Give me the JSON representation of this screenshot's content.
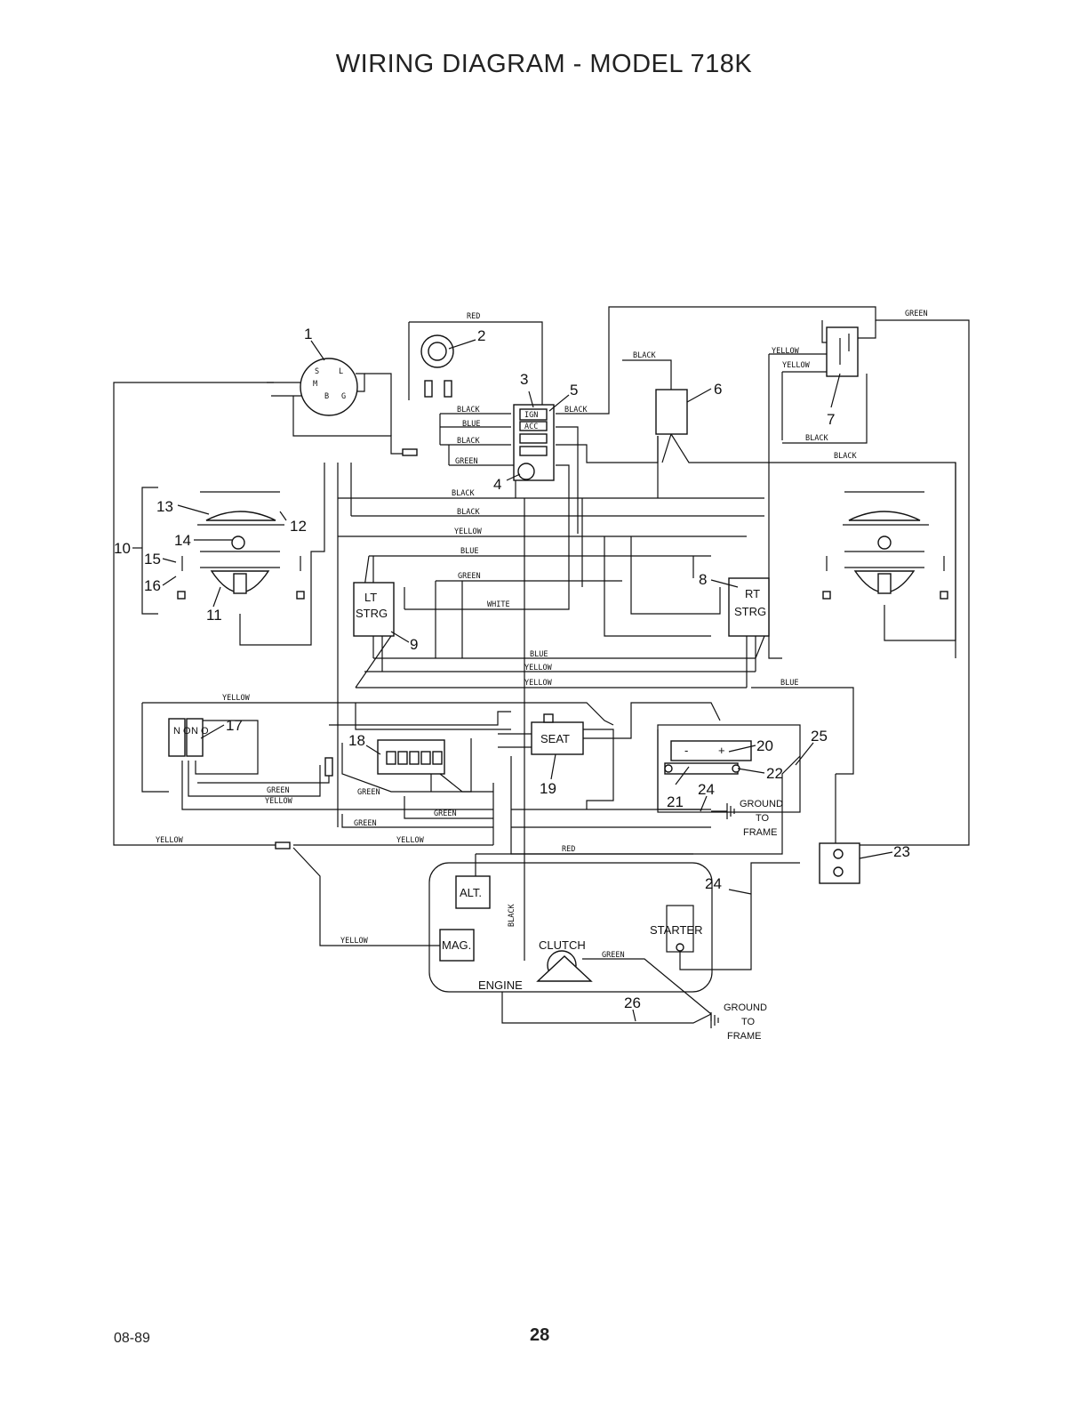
{
  "page": {
    "title": "WIRING DIAGRAM - MODEL 718K",
    "date": "08-89",
    "page_number": "28"
  },
  "wire_colors": {
    "red": "RED",
    "black": "BLACK",
    "blue": "BLUE",
    "green": "GREEN",
    "yellow": "YELLOW",
    "white": "WHITE"
  },
  "callouts": [
    "1",
    "2",
    "3",
    "4",
    "5",
    "6",
    "7",
    "8",
    "9",
    "10",
    "11",
    "12",
    "13",
    "14",
    "15",
    "16",
    "17",
    "18",
    "19",
    "20",
    "21",
    "22",
    "23",
    "24",
    "25",
    "26"
  ],
  "component_labels": {
    "lt_strg_1": "LT",
    "lt_strg_2": "STRG",
    "rt_strg_1": "RT",
    "rt_strg_2": "STRG",
    "seat": "SEAT",
    "alt": "ALT.",
    "mag": "MAG.",
    "clutch": "CLUTCH",
    "starter": "STARTER",
    "engine": "ENGINE",
    "switch_no_1": "N O",
    "switch_no_2": "N O",
    "ground_1": "GROUND",
    "to_1": "TO",
    "frame_1": "FRAME",
    "ground_2": "GROUND",
    "to_2": "TO",
    "frame_2": "FRAME",
    "key_s": "S",
    "key_l": "L",
    "key_m": "M",
    "key_b": "B",
    "key_g": "G",
    "fuse_ign": "IGN",
    "fuse_acc": "ACC",
    "battery_minus": "-",
    "battery_plus": "+"
  }
}
